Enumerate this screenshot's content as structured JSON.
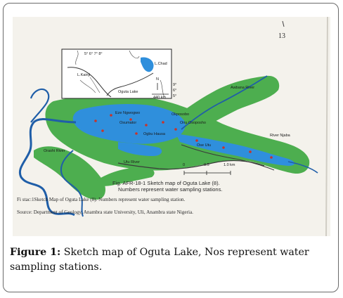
{
  "page_number": "13",
  "inset": {
    "top_coords": "5°  6°  7°  8°",
    "lake_chad": "L.Chad",
    "lake_kainji": "L.Kainji",
    "oguta_lake": "Oguta Lake",
    "north": "N",
    "scale": "440 km",
    "side_coords": [
      "9°",
      "6°",
      "5°"
    ]
  },
  "map_labels": {
    "awbana_river": "Awbana River",
    "eze_ngwogwo": "Eze Ngwogwo",
    "osumator": "Osumator",
    "okposobo": "Okposobo",
    "onu_osoposho": "Onu Osoposho",
    "ogbu_hausa": "Ogbu Hausa",
    "river_njaba": "River Njaba",
    "ose_utu": "Ose Utu",
    "utu_river": "Utu River",
    "orashi_river": "Orashi River",
    "scale_ticks": [
      "0",
      "0.5",
      "1.0 km"
    ]
  },
  "map_caption_line1": "Fig. AFR-18-1 Sketch map of Oguta Lake (8).",
  "map_caption_line2": "Numbers represent water sampling stations.",
  "figure_line": "Fi stac:1Sketch Map of Oguta Lake (8).  Numbers represent water sampling station.",
  "source_line": "Source: Department of Geology, Anambra state University, Uli, Anambra state Nigeria.",
  "caption": {
    "label": "Figure 1:",
    "text": " Sketch map of Oguta Lake, Nos represent water sampling stations."
  },
  "colors": {
    "land": "#4dae4f",
    "water": "#2f8fdc",
    "river": "#1f5ea8"
  }
}
